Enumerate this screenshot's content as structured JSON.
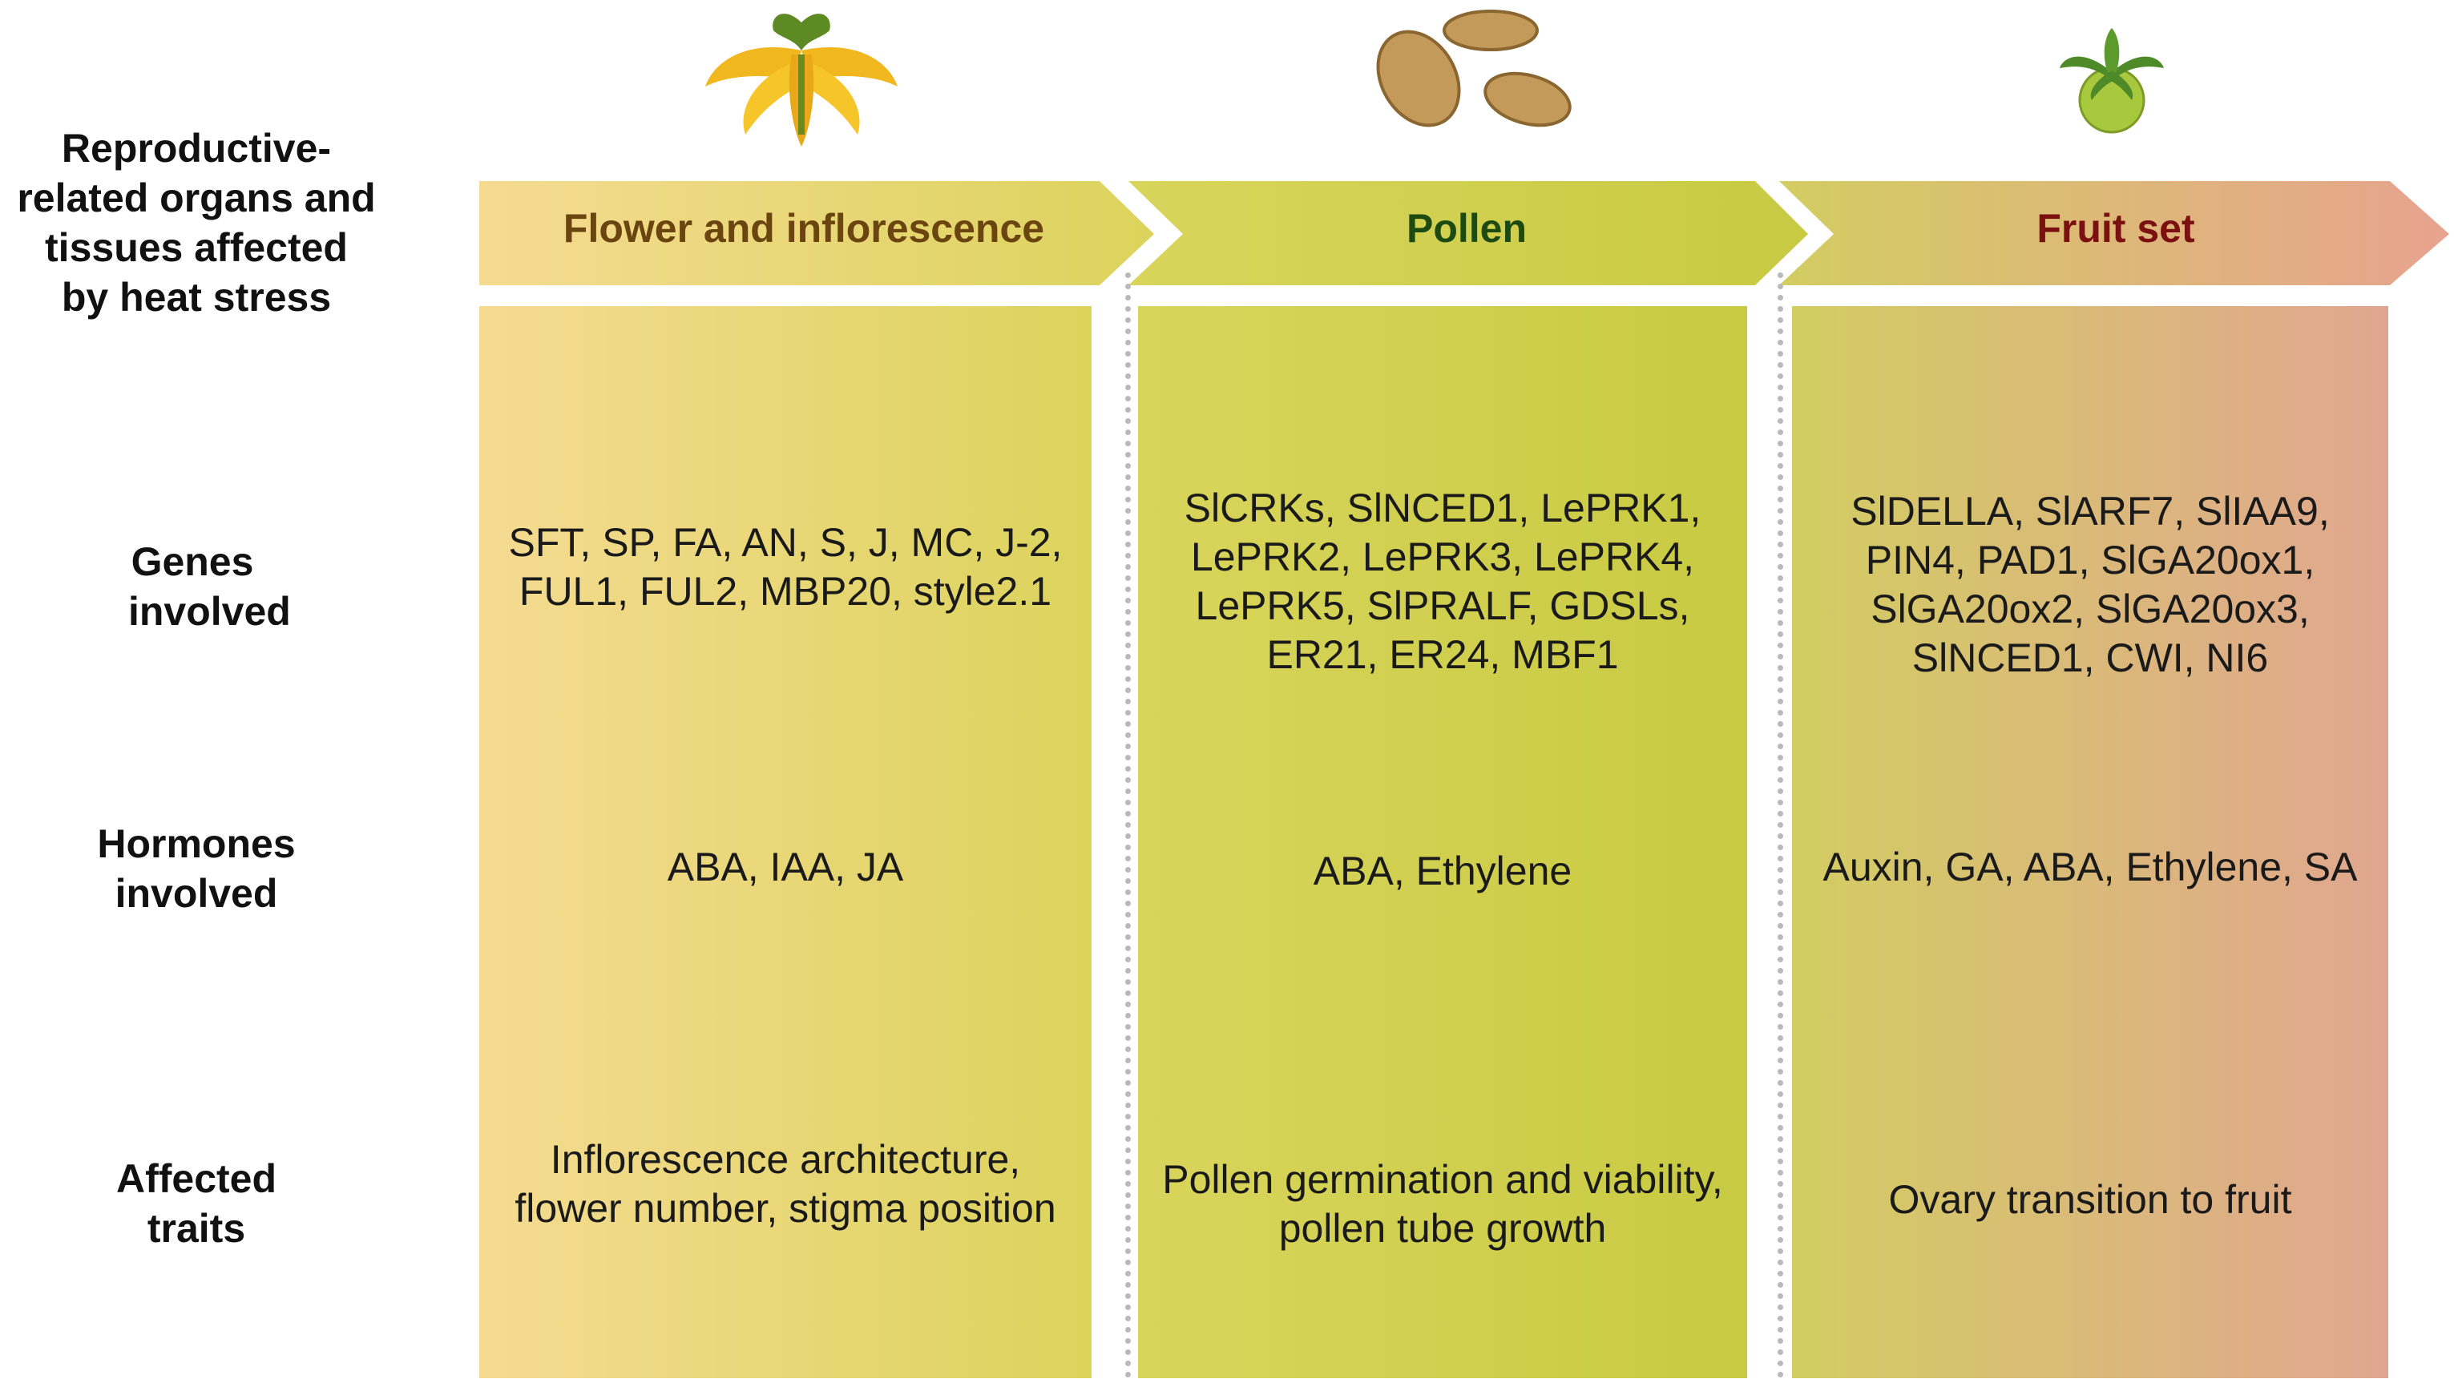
{
  "row_labels": {
    "organs": "Reproductive-related organs and tissues affected by heat stress",
    "genes": "Genes involved",
    "hormones": "Hormones involved",
    "traits": "Affected traits"
  },
  "columns": [
    {
      "title": "Flower and inflorescence",
      "title_color": "#6b4510",
      "genes": "SFT, SP, FA, AN, S, J, MC, J-2, FUL1, FUL2, MBP20, style2.1",
      "hormones": "ABA, IAA, JA",
      "traits": "Inflorescence architecture, flower number, stigma position",
      "icon": "flower-icon"
    },
    {
      "title": "Pollen",
      "title_color": "#1d4a10",
      "genes": "SlCRKs, SlNCED1, LePRK1, LePRK2, LePRK3, LePRK4, LePRK5, SlPRALF, GDSLs, ER21, ER24, MBF1",
      "hormones": "ABA, Ethylene",
      "traits": "Pollen germination and viability, pollen tube growth",
      "icon": "pollen-icon"
    },
    {
      "title": "Fruit set",
      "title_color": "#7a1010",
      "genes": "SlDELLA, SlARF7, SlIAA9, PIN4, PAD1, SlGA20ox1, SlGA20ox2, SlGA20ox3, SlNCED1, CWI, NI6",
      "hormones": "Auxin, GA, ABA, Ethylene, SA",
      "traits": "Ovary transition to fruit",
      "icon": "fruit-icon"
    }
  ]
}
